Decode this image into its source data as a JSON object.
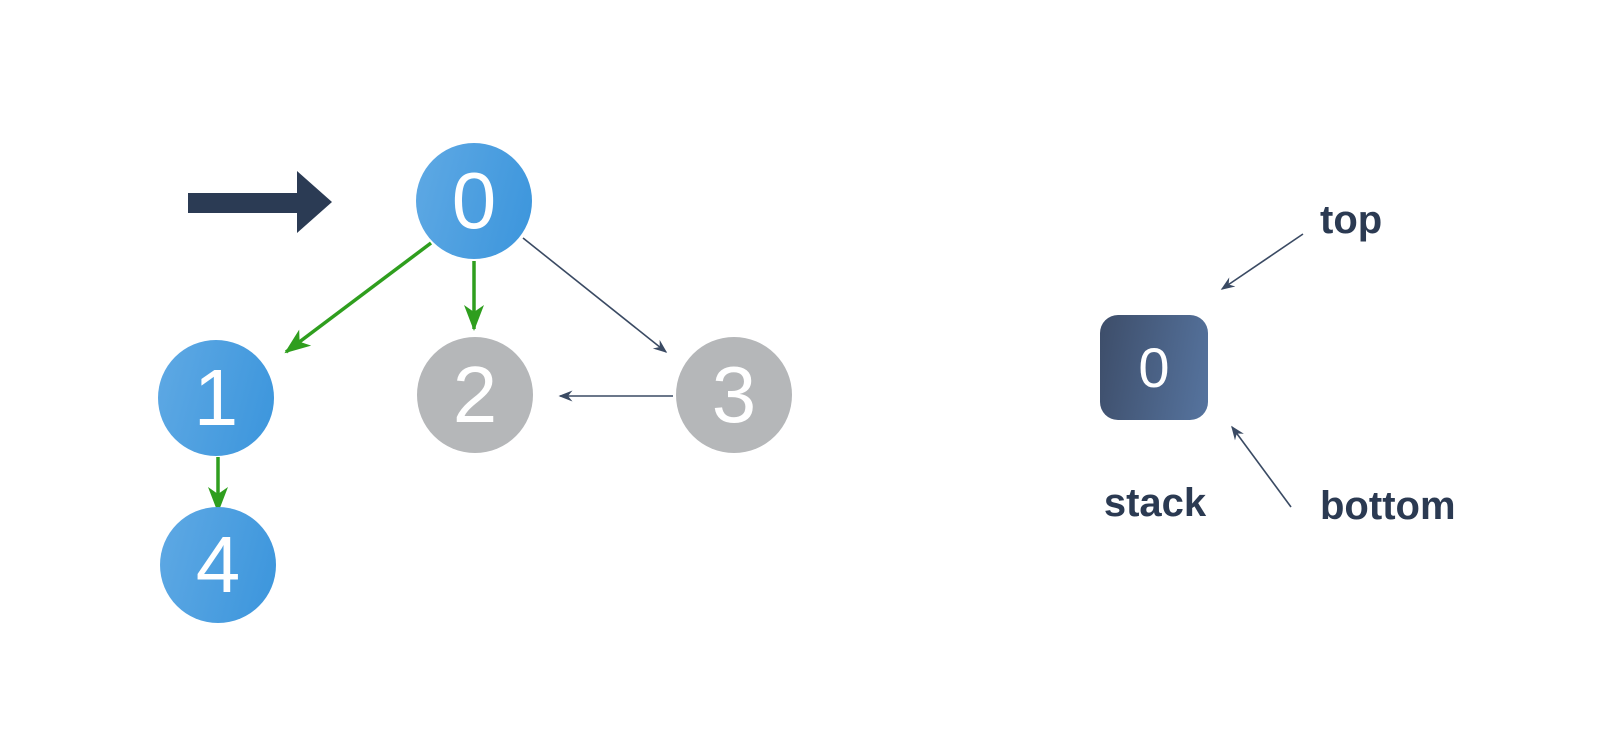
{
  "graph": {
    "nodes": [
      {
        "label": "0",
        "state": "visited"
      },
      {
        "label": "1",
        "state": "visited"
      },
      {
        "label": "2",
        "state": "unvisited"
      },
      {
        "label": "3",
        "state": "unvisited"
      },
      {
        "label": "4",
        "state": "visited"
      }
    ],
    "edges": [
      {
        "from": "0",
        "to": "1",
        "style": "traversed"
      },
      {
        "from": "0",
        "to": "2",
        "style": "traversed"
      },
      {
        "from": "1",
        "to": "4",
        "style": "traversed"
      },
      {
        "from": "0",
        "to": "3",
        "style": "plain"
      },
      {
        "from": "3",
        "to": "2",
        "style": "plain"
      }
    ]
  },
  "stack": {
    "items": [
      "0"
    ],
    "caption": "stack",
    "top_label": "top",
    "bottom_label": "bottom"
  },
  "icons": {
    "direction_arrow": "right-arrow"
  },
  "colors": {
    "node_visited": "#459ade",
    "node_unvisited": "#b5b7b9",
    "edge_traversed": "#2f9e1e",
    "edge_plain": "#3a4a63",
    "big_arrow": "#2b3b54",
    "label_text": "#2b3a52",
    "stack_gradient_start": "#3d4d69",
    "stack_gradient_end": "#56749f"
  }
}
